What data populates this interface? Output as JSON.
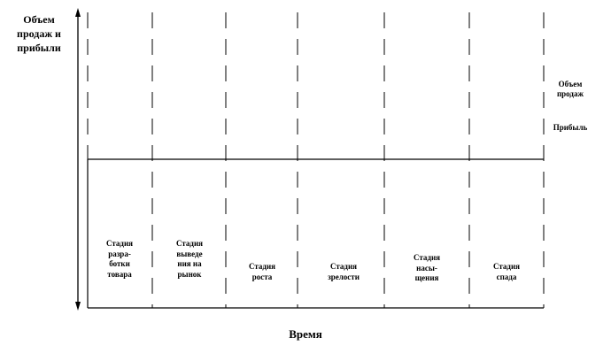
{
  "axes": {
    "y_label": "Объем\nпродаж и\nприбыли",
    "x_label": "Время"
  },
  "legend": {
    "sales": "Объем\nпродаж",
    "profit": "Прибыль"
  },
  "stages": [
    "Стадия\nразра-\nботки\nтовара",
    "Стадия\nвыведе\nния на\nрынок",
    "Стадия\nроста",
    "Стадия\nзрелости",
    "Стадия\nнасы-\nщения",
    "Стадия\nспада"
  ],
  "colors": {
    "ink": "#000000",
    "background": "#ffffff"
  }
}
